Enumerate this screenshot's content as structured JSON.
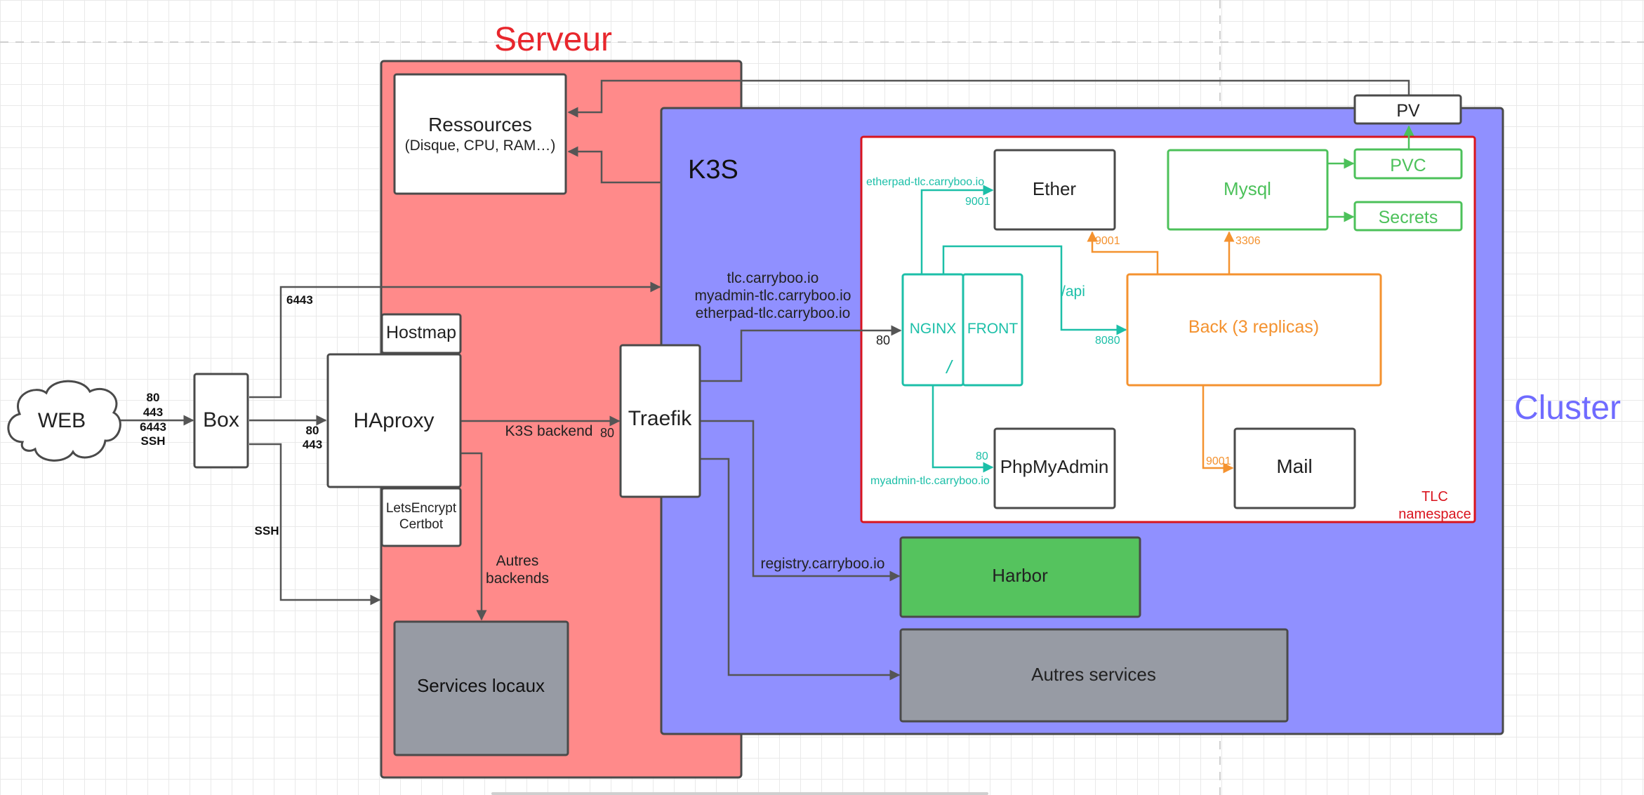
{
  "colors": {
    "serveur": "#ff8a8a",
    "cluster": "#9090ff",
    "tlc_border": "#d9141e",
    "teal": "#1cbfa8",
    "orange": "#f4922f",
    "green": "#4cc15a",
    "harbor": "#55c35e",
    "gray_box": "#979ba4",
    "title_red": "#e8262c",
    "cluster_label": "#6f6bff"
  },
  "titles": {
    "serveur": "Serveur",
    "cluster": "Cluster",
    "k3s": "K3S",
    "tlc_line1": "TLC",
    "tlc_line2": "namespace"
  },
  "nodes": {
    "web": "WEB",
    "box": "Box",
    "haproxy": "HAproxy",
    "hostmap": "Hostmap",
    "letsencrypt_line1": "LetsEncrypt",
    "letsencrypt_line2": "Certbot",
    "ressources": "Ressources",
    "ressources_sub": "(Disque, CPU, RAM…)",
    "services_locaux": "Services locaux",
    "traefik": "Traefik",
    "nginx": "NGINX",
    "front": "FRONT",
    "front_path": "/",
    "ether": "Ether",
    "phpmyadmin": "PhpMyAdmin",
    "mysql": "Mysql",
    "back": "Back (3 replicas)",
    "mail": "Mail",
    "pvc": "PVC",
    "secrets": "Secrets",
    "pv": "PV",
    "harbor": "Harbor",
    "autres_services": "Autres services"
  },
  "labels": {
    "web_ports": [
      "80",
      "443",
      "6443",
      "SSH"
    ],
    "port_6443": "6443",
    "ssh": "SSH",
    "box_ports": [
      "80",
      "443"
    ],
    "k3s_backend": "K3S backend",
    "port_80_traefik": "80",
    "autres_backends_line1": "Autres",
    "autres_backends_line2": "backends",
    "domains": [
      "tlc.carryboo.io",
      "myadmin-tlc.carryboo.io",
      "etherpad-tlc.carryboo.io"
    ],
    "port_80_nginx": "80",
    "etherpad_domain": "etherpad-tlc.carryboo.io",
    "port_9001_ether": "9001",
    "api_path": "/api",
    "port_8080": "8080",
    "port_80_pma": "80",
    "myadmin_domain": "myadmin-tlc.carryboo.io",
    "port_9001_back": "9001",
    "port_3306": "3306",
    "port_9001_mail": "9001",
    "registry_domain": "registry.carryboo.io"
  }
}
